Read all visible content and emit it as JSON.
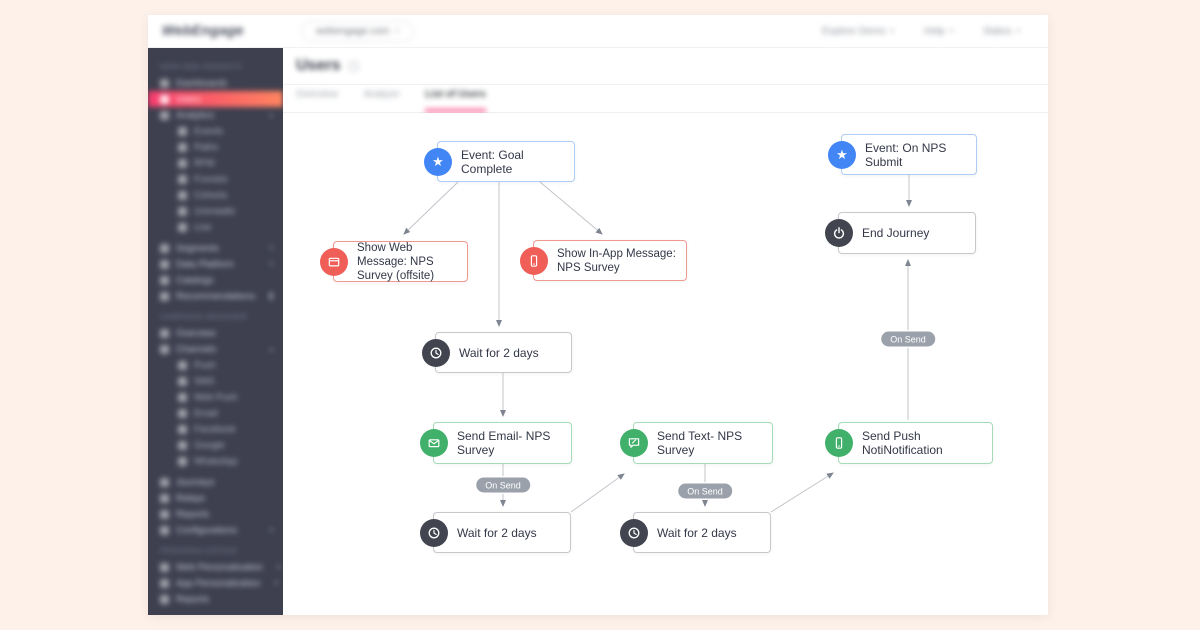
{
  "colors": {
    "page_background": "#fdf1ea",
    "sidebar_background": "#3e4050",
    "active_item_gradient": [
      "#f73c6e",
      "#ff8560"
    ],
    "tab_accent_pink": "#f84b84",
    "event_blue": "#4286f5",
    "message_coral": "#ef5e57",
    "action_green": "#41b06a",
    "utility_dark": "#42454f",
    "edge_gray": "#c2c5ca",
    "badge_gray": "#9aa1ab"
  },
  "header": {
    "logo_text": "WebEngage",
    "domain_selector": {
      "value": "webengage.com"
    },
    "menu": [
      {
        "label": "Explore Demo"
      },
      {
        "label": "Help"
      },
      {
        "label": "Status"
      }
    ]
  },
  "sidebar": {
    "items": [
      {
        "label": "DATA AND INSIGHTS",
        "type": "section"
      },
      {
        "label": "Dashboards",
        "type": "item"
      },
      {
        "label": "Users",
        "type": "item",
        "active": true
      },
      {
        "label": "Analytics",
        "type": "item",
        "expanded": true
      },
      {
        "label": "Events",
        "type": "sub"
      },
      {
        "label": "Paths",
        "type": "sub"
      },
      {
        "label": "RFM",
        "type": "sub"
      },
      {
        "label": "Funnels",
        "type": "sub"
      },
      {
        "label": "Cohorts",
        "type": "sub"
      },
      {
        "label": "Uninstalls",
        "type": "sub"
      },
      {
        "label": "Live",
        "type": "sub"
      },
      {
        "label": "Segments",
        "type": "item",
        "expanded": false
      },
      {
        "label": "Data Platform",
        "type": "item",
        "expanded": false
      },
      {
        "label": "Catalogs",
        "type": "item"
      },
      {
        "label": "Recommendations",
        "type": "item",
        "locked": true
      },
      {
        "label": "CAMPAIGN MANAGER",
        "type": "section"
      },
      {
        "label": "Overview",
        "type": "item"
      },
      {
        "label": "Channels",
        "type": "item",
        "expanded": true
      },
      {
        "label": "Push",
        "type": "sub"
      },
      {
        "label": "SMS",
        "type": "sub"
      },
      {
        "label": "Web Push",
        "type": "sub"
      },
      {
        "label": "Email",
        "type": "sub"
      },
      {
        "label": "Facebook",
        "type": "sub"
      },
      {
        "label": "Google",
        "type": "sub"
      },
      {
        "label": "WhatsApp",
        "type": "sub"
      },
      {
        "label": "Journeys",
        "type": "item"
      },
      {
        "label": "Relays",
        "type": "item"
      },
      {
        "label": "Reports",
        "type": "item"
      },
      {
        "label": "Configurations",
        "type": "item",
        "expanded": false
      },
      {
        "label": "PERSONALIZATION",
        "type": "section"
      },
      {
        "label": "Web Personalization",
        "type": "item",
        "expanded": false
      },
      {
        "label": "App Personalization",
        "type": "item",
        "expanded": false
      },
      {
        "label": "Reports",
        "type": "item"
      }
    ]
  },
  "main": {
    "title": "Users",
    "tabs": [
      {
        "label": "Overview",
        "active": false
      },
      {
        "label": "Analyze",
        "active": false
      },
      {
        "label": "List of Users",
        "active": true
      }
    ]
  },
  "journey": {
    "nodes": [
      {
        "id": "event-goal-complete",
        "label": "Event: Goal Complete",
        "category": "event"
      },
      {
        "id": "event-on-nps-submit",
        "label": "Event: On NPS Submit",
        "category": "event"
      },
      {
        "id": "show-web-message",
        "label": "Show Web Message: NPS Survey (offsite)",
        "category": "message"
      },
      {
        "id": "show-in-app-message",
        "label": "Show In-App Message: NPS Survey",
        "category": "message"
      },
      {
        "id": "end-journey",
        "label": "End Journey",
        "category": "utility"
      },
      {
        "id": "wait-1",
        "label": "Wait for 2 days",
        "category": "utility"
      },
      {
        "id": "send-email",
        "label": "Send Email- NPS Survey",
        "category": "action"
      },
      {
        "id": "send-text",
        "label": "Send Text- NPS Survey",
        "category": "action"
      },
      {
        "id": "send-push",
        "label": "Send Push NotiNotification",
        "category": "action"
      },
      {
        "id": "wait-2",
        "label": "Wait for 2 days",
        "category": "utility"
      },
      {
        "id": "wait-3",
        "label": "Wait for 2 days",
        "category": "utility"
      }
    ],
    "edge_badges": [
      {
        "label": "On Send"
      },
      {
        "label": "On Send"
      },
      {
        "label": "On Send"
      }
    ]
  }
}
